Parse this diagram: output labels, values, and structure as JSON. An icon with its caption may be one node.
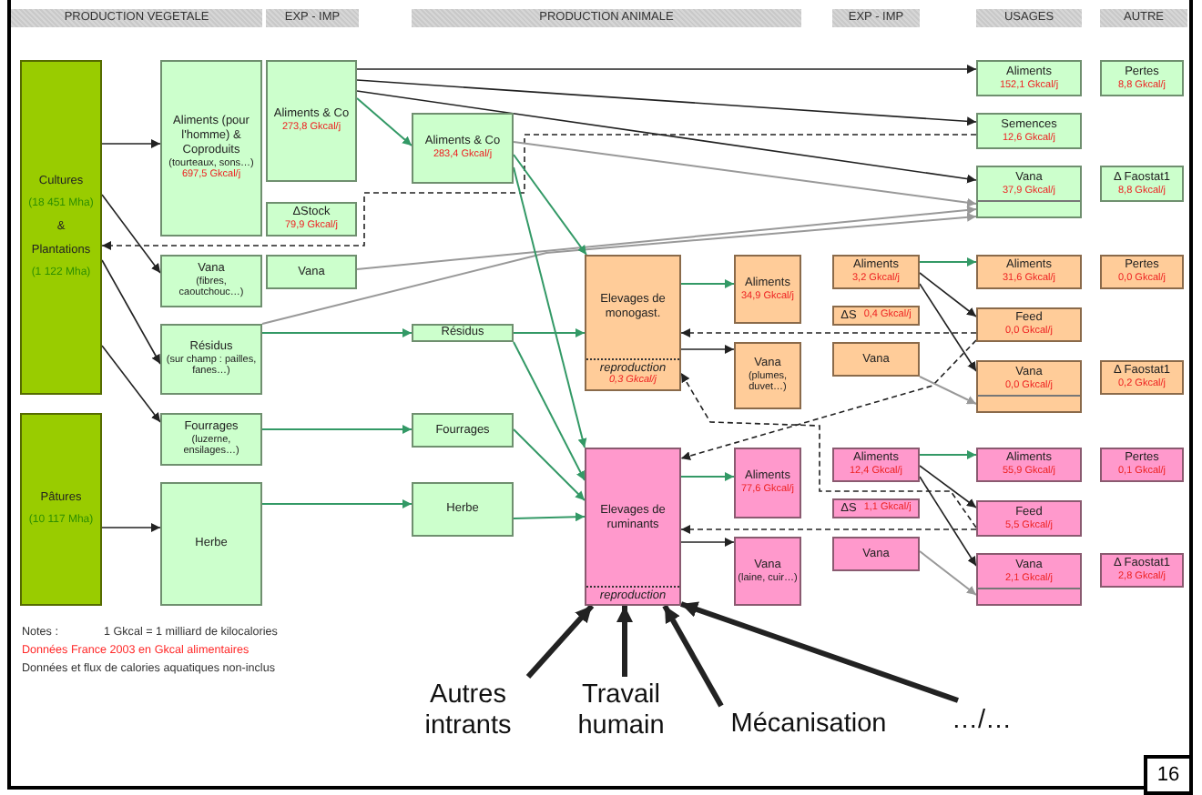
{
  "diagram": {
    "nodes": [
      {
        "text": [
          "Cultures",
          "(18 451 Mha)",
          "&",
          "Plantations",
          "(1 122 Mha)"
        ]
      },
      {
        "text": [
          "Aliments (pour l'homme) & Coproduits",
          "(tourteaux, sons…)",
          "697,5 Gkcal/j"
        ]
      },
      {
        "text": [
          "Aliments & Co",
          "273,8 Gkcal/j"
        ]
      },
      {
        "text": [
          "ΔStock",
          "79,9 Gkcal/j"
        ]
      },
      {
        "text": [
          "Vana",
          "(fibres, caoutchouc…)"
        ]
      },
      {
        "text": [
          "Vana"
        ]
      },
      {
        "text": [
          "Résidus",
          "(sur champ : pailles, fanes…)"
        ]
      },
      {
        "text": [
          "Fourrages",
          "(luzerne, ensilages…)"
        ]
      },
      {
        "text": [
          "Herbe"
        ]
      },
      {
        "text": [
          "Pâtures",
          "(10 117 Mha)"
        ]
      },
      {
        "text": [
          "Aliments & Co",
          "283,4 Gkcal/j"
        ]
      },
      {
        "text": [
          "Résidus"
        ]
      },
      {
        "text": [
          "Fourrages"
        ]
      },
      {
        "text": [
          "Herbe"
        ]
      },
      {
        "text": [
          "Elevages de monogast.",
          "reproduction",
          "0,3 Gkcal/j"
        ]
      },
      {
        "text": [
          "Aliments",
          "34,9 Gkcal/j"
        ]
      },
      {
        "text": [
          "Aliments",
          "3,2 Gkcal/j"
        ]
      },
      {
        "text": [
          "ΔS",
          "0,4 Gkcal/j"
        ]
      },
      {
        "text": [
          "Vana",
          "(plumes, duvet…)"
        ]
      },
      {
        "text": [
          "Vana"
        ]
      },
      {
        "text": [
          "Elevages de ruminants",
          "reproduction"
        ]
      },
      {
        "text": [
          "Aliments",
          "77,6 Gkcal/j"
        ]
      },
      {
        "text": [
          "Aliments",
          "12,4 Gkcal/j"
        ]
      },
      {
        "text": [
          "ΔS",
          "1,1 Gkcal/j"
        ]
      },
      {
        "text": [
          "Vana",
          "(laine, cuir…)"
        ]
      },
      {
        "text": [
          "Vana"
        ]
      },
      {
        "text": [
          "Aliments",
          "152,1 Gkcal/j"
        ]
      },
      {
        "text": [
          "Semences",
          "12,6 Gkcal/j"
        ]
      },
      {
        "text": [
          "Vana",
          "37,9 Gkcal/j"
        ]
      },
      {
        "text": [
          "Aliments",
          "31,6 Gkcal/j"
        ]
      },
      {
        "text": [
          "Feed",
          "0,0 Gkcal/j"
        ]
      },
      {
        "text": [
          "Vana",
          "0,0 Gkcal/j"
        ]
      },
      {
        "text": [
          "Aliments",
          "55,9 Gkcal/j"
        ]
      },
      {
        "text": [
          "Feed",
          "5,5 Gkcal/j"
        ]
      },
      {
        "text": [
          "Vana",
          "2,1 Gkcal/j"
        ]
      },
      {
        "text": [
          "Pertes",
          "8,8 Gkcal/j"
        ]
      },
      {
        "text": [
          "Δ Faostat1",
          "8,8 Gkcal/j"
        ]
      },
      {
        "text": [
          "Pertes",
          "0,0 Gkcal/j"
        ]
      },
      {
        "text": [
          "Δ Faostat1",
          "0,2 Gkcal/j"
        ]
      },
      {
        "text": [
          "Pertes",
          "0,1 Gkcal/j"
        ]
      },
      {
        "text": [
          "Δ Faostat1",
          "2,8 Gkcal/j"
        ]
      },
      {
        "text": [
          "Autres intrants"
        ]
      },
      {
        "text": [
          "Travail humain"
        ]
      },
      {
        "text": [
          "Mécanisation"
        ]
      },
      {
        "text": [
          "…/…"
        ]
      }
    ],
    "edges": [
      {
        "from": 0,
        "to": 1,
        "arrow": "to"
      },
      {
        "from": 27,
        "to": 0,
        "arrow": "to",
        "style": "dashed"
      },
      {
        "from": 0,
        "to": 4,
        "arrow": "to"
      },
      {
        "from": 0,
        "to": 6,
        "arrow": "to"
      },
      {
        "from": 0,
        "to": 7,
        "arrow": "to"
      },
      {
        "from": 9,
        "to": 8,
        "arrow": "to"
      },
      {
        "from": 2,
        "to": 10,
        "arrow": "to",
        "color": "#339966"
      },
      {
        "from": 2,
        "to": 26,
        "arrow": "to"
      },
      {
        "from": 2,
        "to": 27,
        "arrow": "to"
      },
      {
        "from": 2,
        "to": 28,
        "arrow": "to"
      },
      {
        "from": 10,
        "to": 28,
        "arrow": "to",
        "color": "#999999"
      },
      {
        "from": 5,
        "to": 28,
        "arrow": "to",
        "color": "#999999"
      },
      {
        "from": 6,
        "to": 28,
        "arrow": "to",
        "color": "#999999"
      },
      {
        "from": 10,
        "to": 14,
        "arrow": "to",
        "color": "#339966"
      },
      {
        "from": 10,
        "to": 20,
        "arrow": "to",
        "color": "#339966"
      },
      {
        "from": 6,
        "to": 11,
        "arrow": "to",
        "color": "#339966"
      },
      {
        "from": 11,
        "to": 14,
        "arrow": "to",
        "color": "#339966"
      },
      {
        "from": 11,
        "to": 20,
        "arrow": "to",
        "color": "#339966"
      },
      {
        "from": 7,
        "to": 12,
        "arrow": "to",
        "color": "#339966"
      },
      {
        "from": 12,
        "to": 20,
        "arrow": "to",
        "color": "#339966"
      },
      {
        "from": 8,
        "to": 13,
        "arrow": "to",
        "color": "#339966"
      },
      {
        "from": 13,
        "to": 20,
        "arrow": "to",
        "color": "#339966"
      },
      {
        "from": 14,
        "to": 15,
        "arrow": "to",
        "color": "#339966"
      },
      {
        "from": 30,
        "to": 14,
        "arrow": "to",
        "style": "dashed"
      },
      {
        "from": 14,
        "to": 18,
        "arrow": "to"
      },
      {
        "from": 30,
        "to": 20,
        "arrow": "to",
        "style": "dashed"
      },
      {
        "from": 33,
        "to": 14,
        "arrow": "to",
        "style": "dashed"
      },
      {
        "from": 20,
        "to": 21,
        "arrow": "to",
        "color": "#339966"
      },
      {
        "from": 33,
        "to": 20,
        "arrow": "to",
        "style": "dashed"
      },
      {
        "from": 20,
        "to": 24,
        "arrow": "to"
      },
      {
        "from": 16,
        "to": 29,
        "arrow": "to",
        "color": "#339966"
      },
      {
        "from": 16,
        "to": 30,
        "arrow": "to"
      },
      {
        "from": 16,
        "to": 31,
        "arrow": "to"
      },
      {
        "from": 19,
        "to": 31,
        "arrow": "to",
        "color": "#999999"
      },
      {
        "from": 22,
        "to": 32,
        "arrow": "to",
        "color": "#339966"
      },
      {
        "from": 22,
        "to": 33,
        "arrow": "to"
      },
      {
        "from": 22,
        "to": 34,
        "arrow": "to"
      },
      {
        "from": 25,
        "to": 34,
        "arrow": "to",
        "color": "#999999"
      },
      {
        "from": 41,
        "to": 20,
        "arrow": "to",
        "style": "thick"
      },
      {
        "from": 42,
        "to": 20,
        "arrow": "to",
        "style": "thick"
      },
      {
        "from": 43,
        "to": 20,
        "arrow": "to",
        "style": "thick"
      },
      {
        "from": 44,
        "to": 20,
        "arrow": "to",
        "style": "thick"
      }
    ],
    "labels": [
      "PRODUCTION VEGETALE",
      "EXP - IMP",
      "PRODUCTION ANIMALE",
      "EXP - IMP",
      "USAGES",
      "AUTRE",
      "Notes :",
      "1 Gkcal = 1 milliard de kilocalories",
      "Données France 2003 en Gkcal alimentaires",
      "Données et flux de calories aquatiques non-inclus",
      "16"
    ]
  }
}
